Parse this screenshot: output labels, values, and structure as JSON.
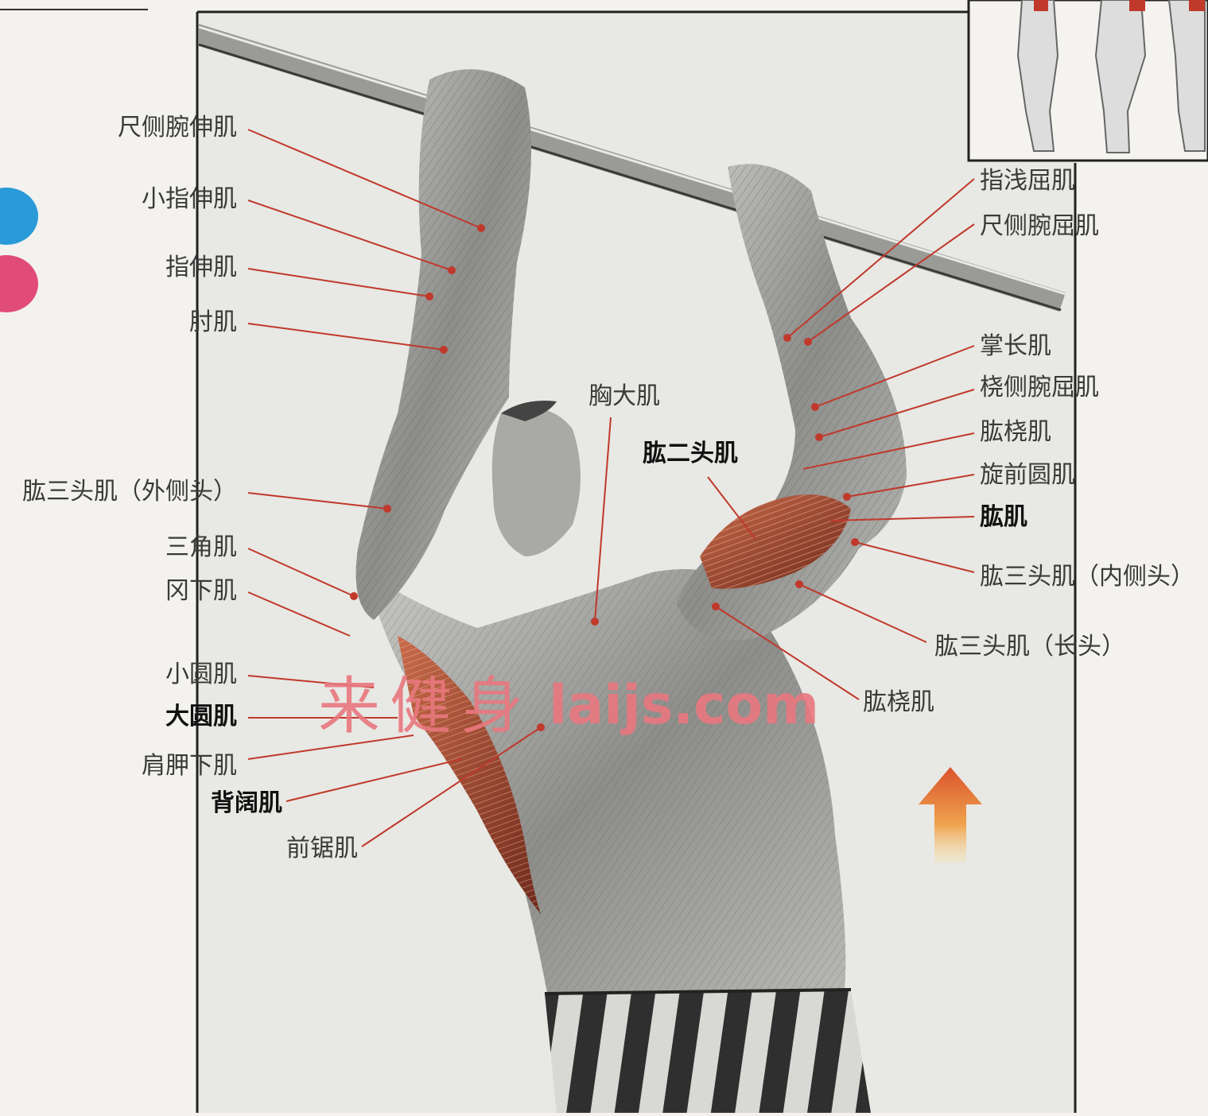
{
  "labels_left": [
    {
      "id": "ulnar-extensor",
      "text": "尺侧腕伸肌",
      "bold": false
    },
    {
      "id": "little-finger-extensor",
      "text": "小指伸肌",
      "bold": false
    },
    {
      "id": "finger-extensor",
      "text": "指伸肌",
      "bold": false
    },
    {
      "id": "anconeus",
      "text": "肘肌",
      "bold": false
    },
    {
      "id": "triceps-lateral",
      "text": "肱三头肌（外侧头）",
      "bold": false
    },
    {
      "id": "deltoid",
      "text": "三角肌",
      "bold": false
    },
    {
      "id": "infraspinatus",
      "text": "冈下肌",
      "bold": false
    },
    {
      "id": "teres-minor",
      "text": "小圆肌",
      "bold": false
    },
    {
      "id": "teres-major",
      "text": "大圆肌",
      "bold": true
    },
    {
      "id": "subscapularis",
      "text": "肩胛下肌",
      "bold": false
    },
    {
      "id": "latissimus",
      "text": "背阔肌",
      "bold": true
    },
    {
      "id": "serratus",
      "text": "前锯肌",
      "bold": false
    }
  ],
  "labels_right": [
    {
      "id": "flexor-superficialis",
      "text": "指浅屈肌",
      "bold": false
    },
    {
      "id": "ulnar-flexor",
      "text": "尺侧腕屈肌",
      "bold": false
    },
    {
      "id": "palmaris-longus",
      "text": "掌长肌",
      "bold": false
    },
    {
      "id": "radial-flexor",
      "text": "桡侧腕屈肌",
      "bold": false
    },
    {
      "id": "brachioradialis",
      "text": "肱桡肌",
      "bold": false
    },
    {
      "id": "pronator-teres",
      "text": "旋前圆肌",
      "bold": false
    },
    {
      "id": "brachialis",
      "text": "肱肌",
      "bold": true
    },
    {
      "id": "triceps-medial",
      "text": "肱三头肌（内侧头）",
      "bold": false
    },
    {
      "id": "triceps-long",
      "text": "肱三头肌（长头）",
      "bold": false
    },
    {
      "id": "brachioradialis-2",
      "text": "肱桡肌",
      "bold": false
    }
  ],
  "labels_center": [
    {
      "id": "pectoralis-major",
      "text": "胸大肌",
      "bold": false
    },
    {
      "id": "biceps",
      "text": "肱二头肌",
      "bold": true
    }
  ],
  "watermark": {
    "zh": "来健身",
    "en": "laijs.com"
  },
  "colors": {
    "leader": "#c0392b",
    "highlight_muscle": "#b5543a",
    "arrow_top": "#d9532a",
    "arrow_bottom": "#f6d58a",
    "badge_blue": "#2a9ad8",
    "badge_pink": "#e04b78"
  }
}
